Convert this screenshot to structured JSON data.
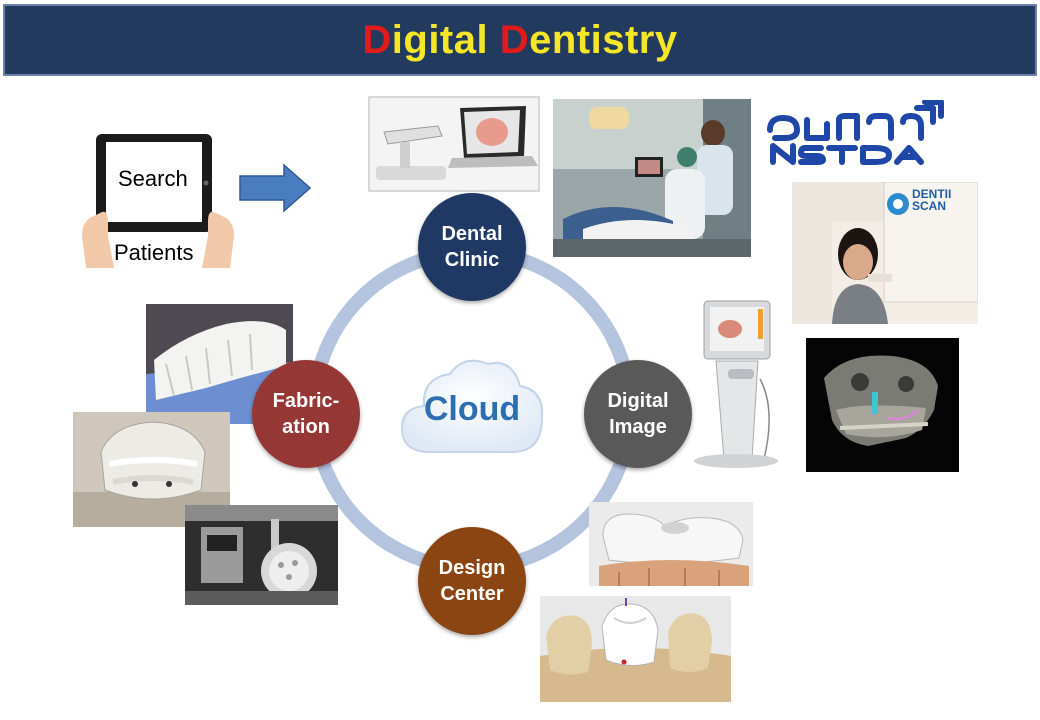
{
  "title": {
    "first_letter": "D",
    "first_rest": "igital ",
    "second_letter": "D",
    "second_rest": "entistry"
  },
  "tablet": {
    "screen_text": "Search",
    "caption": "Patients"
  },
  "cloud": {
    "label": "Cloud"
  },
  "nodes": {
    "dental_clinic": {
      "line1": "Dental",
      "line2": "Clinic"
    },
    "digital_image": {
      "line1": "Digital",
      "line2": "Image"
    },
    "design_center": {
      "line1": "Design",
      "line2": "Center"
    },
    "fabrication": {
      "line1": "Fabric-",
      "line2": "ation"
    }
  },
  "logos": {
    "dentiiscan_line1": "DENTII",
    "dentiiscan_line2": "SCAN"
  },
  "colors": {
    "banner": "#223a5e",
    "title_accent": "#e11b1b",
    "title_text": "#f6e626",
    "dental_clinic": "#1f3864",
    "digital_image": "#595959",
    "design_center": "#8b4513",
    "fabrication": "#953735",
    "ring": "#b4c3de",
    "arrow": "#4a7cc0"
  }
}
